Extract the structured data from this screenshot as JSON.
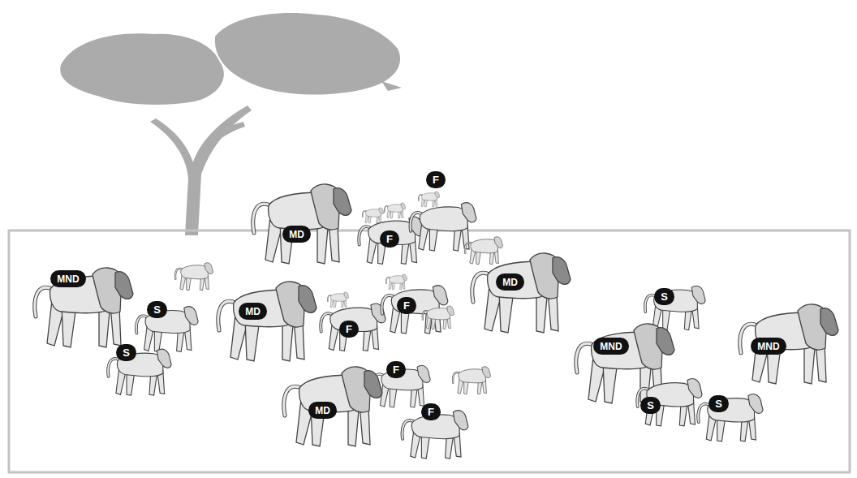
{
  "diagram": {
    "nodes": [
      {
        "text": [
          "F"
        ]
      },
      {
        "text": [
          "MD"
        ]
      },
      {
        "text": [
          "F"
        ]
      },
      {
        "text": [
          "MND"
        ]
      },
      {
        "text": [
          "MD"
        ]
      },
      {
        "text": [
          "S"
        ]
      },
      {
        "text": [
          "F"
        ]
      },
      {
        "text": [
          "S"
        ]
      },
      {
        "text": [
          "MD"
        ]
      },
      {
        "text": [
          "F"
        ]
      },
      {
        "text": [
          "MND"
        ]
      },
      {
        "text": [
          "MND"
        ]
      },
      {
        "text": [
          "S"
        ]
      },
      {
        "text": [
          "F"
        ]
      },
      {
        "text": [
          "S"
        ]
      },
      {
        "text": [
          "S"
        ]
      },
      {
        "text": [
          "MD"
        ]
      },
      {
        "text": [
          "F"
        ]
      }
    ]
  }
}
